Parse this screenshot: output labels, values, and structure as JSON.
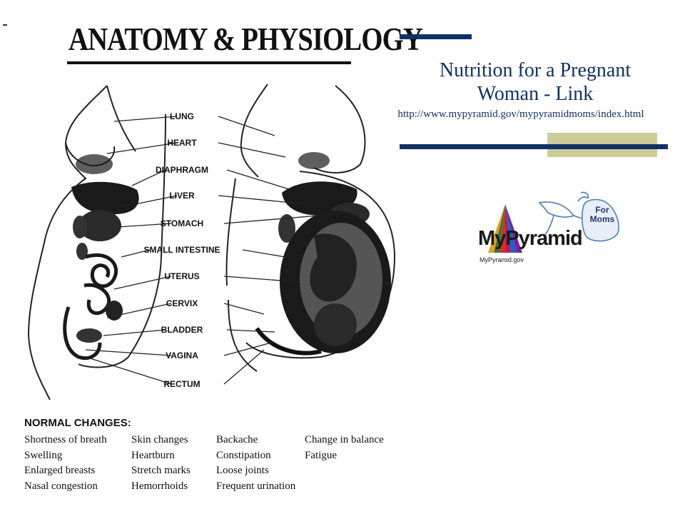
{
  "figure": {
    "title": "ANATOMY & PHYSIOLOGY",
    "labels": [
      "LUNG",
      "HEART",
      "DIAPHRAGM",
      "LIVER",
      "STOMACH",
      "SMALL INTESTINE",
      "UTERUS",
      "CERVIX",
      "BLADDER",
      "VAGINA",
      "RECTUM"
    ],
    "normal_changes": {
      "heading": "NORMAL CHANGES:",
      "columns": [
        [
          "Shortness of breath",
          "Swelling",
          "Enlarged breasts",
          "Nasal congestion"
        ],
        [
          "Skin changes",
          "Heartburn",
          "Stretch marks",
          "Hemorrhoids"
        ],
        [
          "Backache",
          "Constipation",
          "Loose joints",
          "Frequent urination"
        ],
        [
          "Change in balance",
          "Fatigue"
        ]
      ]
    }
  },
  "slide": {
    "title_line1": "Nutrition for a Pregnant",
    "title_line2": "Woman  - Link",
    "link": "http://www.mypyramid.gov/mypyramidmoms/index.html",
    "accent_color": "#0f3263",
    "accent_secondary": "#cccc99"
  },
  "logo": {
    "name": "MyPyramid",
    "site": "MyPyramid.gov",
    "badge_line1": "For",
    "badge_line2": "Moms"
  }
}
